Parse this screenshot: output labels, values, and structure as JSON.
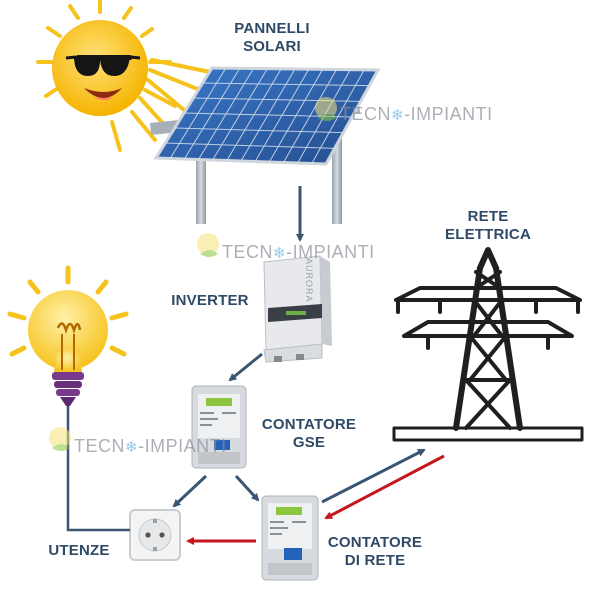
{
  "labels": {
    "solar_panels": [
      "PANNELLI",
      "SOLARI"
    ],
    "grid": [
      "RETE",
      "ELETTRICA"
    ],
    "inverter": "INVERTER",
    "gse_meter": [
      "CONTATORE",
      "GSE"
    ],
    "grid_meter": [
      "CONTATORE",
      "DI RETE"
    ],
    "loads": "UTENZE"
  },
  "device_text": {
    "inverter_brand": "AURORA"
  },
  "watermark": {
    "brand_left": "TECN",
    "brand_right": "-IMPIANTI"
  },
  "colors": {
    "label": "#2f4a66",
    "arrow_dark": "#3a5673",
    "arrow_red": "#c4161c",
    "sun": "#f6c21c",
    "panel": "#2d5fa8",
    "tower": "#1f1f1f"
  }
}
